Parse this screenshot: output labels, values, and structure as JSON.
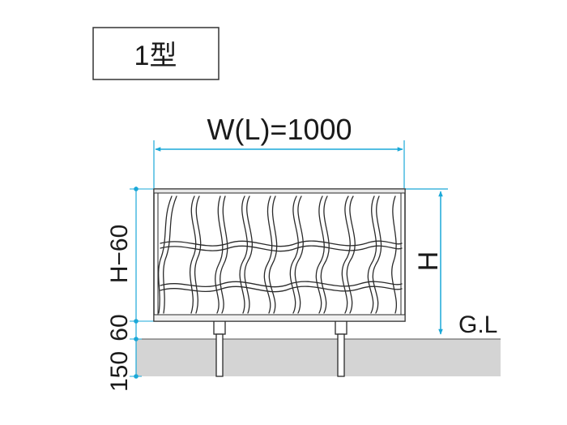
{
  "type_label": "1型",
  "width_label": "W(L)=1000",
  "height_label": "H",
  "ground_label": "G.L",
  "left_dims": [
    "150",
    "60",
    "H−60"
  ],
  "colors": {
    "dimension": "#1aa8d8",
    "ground": "#d4d4d4",
    "line": "#2a2a2a"
  }
}
